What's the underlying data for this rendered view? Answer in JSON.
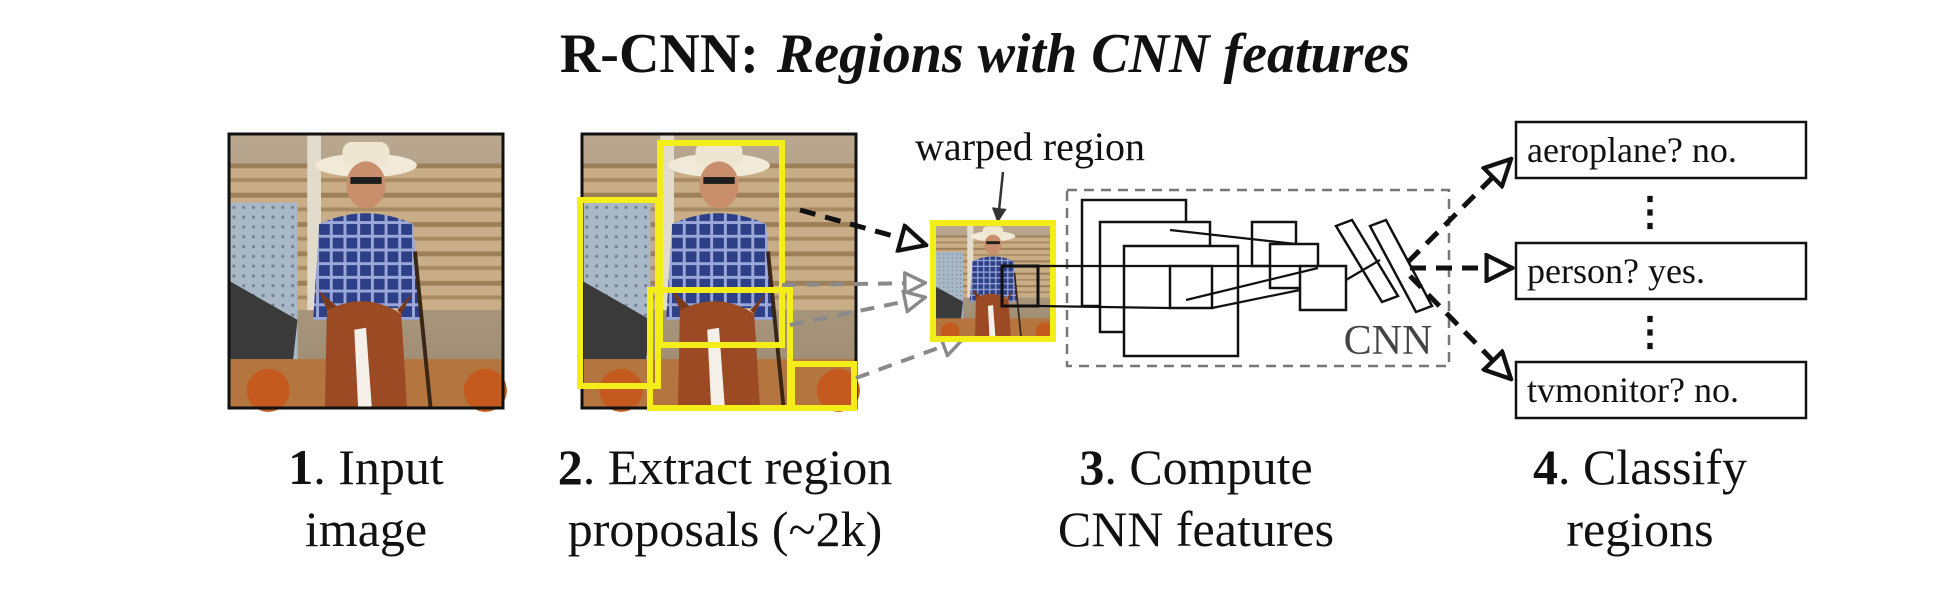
{
  "title": {
    "bold": "R-CNN:",
    "italic": "Regions with CNN features"
  },
  "steps": [
    {
      "number": "1",
      "line1": ". Input",
      "line2": "image"
    },
    {
      "number": "2",
      "line1": ". Extract region",
      "line2": "proposals (~2k)"
    },
    {
      "number": "3",
      "line1": ". Compute",
      "line2": "CNN features"
    },
    {
      "number": "4",
      "line1": ". Classify",
      "line2": "regions"
    }
  ],
  "warped_label": "warped region",
  "cnn_label": "CNN",
  "classifications": [
    {
      "text": "aeroplane? no."
    },
    {
      "text": "person? yes."
    },
    {
      "text": "tvmonitor? no."
    }
  ],
  "ellipsis": "⋮",
  "colors": {
    "proposal_box": "#f3ee1a",
    "arrow_dark": "#111111",
    "arrow_gray": "#8a8a8a",
    "cnn_border": "#777777"
  }
}
